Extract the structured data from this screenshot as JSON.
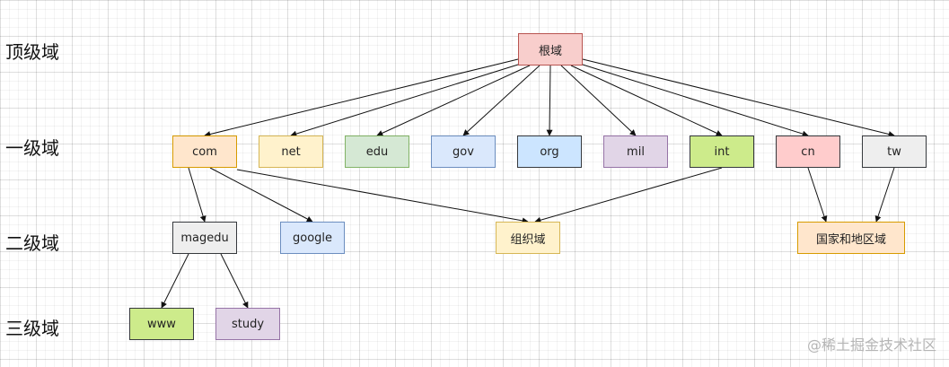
{
  "levels": {
    "top": "顶级域",
    "first": "一级域",
    "second": "二级域",
    "third": "三级域"
  },
  "nodes": {
    "root": {
      "label": "根域",
      "fill": "#f8cecc",
      "stroke": "#b85450"
    },
    "com": {
      "label": "com",
      "fill": "#ffe6cc",
      "stroke": "#d79b00"
    },
    "net": {
      "label": "net",
      "fill": "#fff2cc",
      "stroke": "#d6b656"
    },
    "edu": {
      "label": "edu",
      "fill": "#d5e8d4",
      "stroke": "#82b366"
    },
    "gov": {
      "label": "gov",
      "fill": "#dae8fc",
      "stroke": "#6c8ebf"
    },
    "org": {
      "label": "org",
      "fill": "#cce5ff",
      "stroke": "#36393d"
    },
    "mil": {
      "label": "mil",
      "fill": "#e1d5e7",
      "stroke": "#9673a6"
    },
    "int": {
      "label": "int",
      "fill": "#cdeb8b",
      "stroke": "#36393d"
    },
    "cn": {
      "label": "cn",
      "fill": "#ffcccc",
      "stroke": "#36393d"
    },
    "tw": {
      "label": "tw",
      "fill": "#eeeeee",
      "stroke": "#36393d"
    },
    "magedu": {
      "label": "magedu",
      "fill": "#eeeeee",
      "stroke": "#36393d"
    },
    "google": {
      "label": "google",
      "fill": "#dae8fc",
      "stroke": "#6c8ebf"
    },
    "org_domain": {
      "label": "组织域",
      "fill": "#fff2cc",
      "stroke": "#d6b656"
    },
    "country": {
      "label": "国家和地区域",
      "fill": "#ffe6cc",
      "stroke": "#d79b00"
    },
    "www": {
      "label": "www",
      "fill": "#cdeb8b",
      "stroke": "#36393d"
    },
    "study": {
      "label": "study",
      "fill": "#e1d5e7",
      "stroke": "#9673a6"
    }
  },
  "watermark": "@稀土掘金技术社区"
}
